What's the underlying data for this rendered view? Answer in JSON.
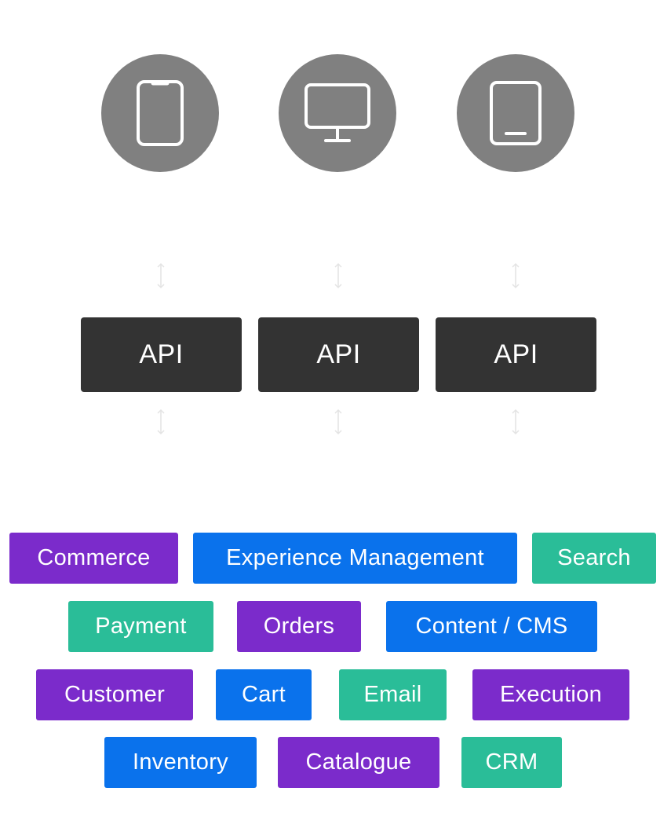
{
  "colors": {
    "device_circle": "#808080",
    "device_icon_stroke": "#ffffff",
    "api_box": "#333333",
    "arrow": "#e4e4e4",
    "purple": "#7b2bcb",
    "blue": "#0a72ec",
    "teal": "#2abd98"
  },
  "devices": [
    {
      "icon": "smartphone-icon"
    },
    {
      "icon": "desktop-monitor-icon"
    },
    {
      "icon": "tablet-icon"
    }
  ],
  "apis": [
    {
      "label": "API"
    },
    {
      "label": "API"
    },
    {
      "label": "API"
    }
  ],
  "services": [
    {
      "label": "Commerce",
      "color": "purple"
    },
    {
      "label": "Experience Management",
      "color": "blue"
    },
    {
      "label": "Search",
      "color": "teal"
    },
    {
      "label": "Payment",
      "color": "teal"
    },
    {
      "label": "Orders",
      "color": "purple"
    },
    {
      "label": "Content / CMS",
      "color": "blue"
    },
    {
      "label": "Customer",
      "color": "purple"
    },
    {
      "label": "Cart",
      "color": "blue"
    },
    {
      "label": "Email",
      "color": "teal"
    },
    {
      "label": "Execution",
      "color": "purple"
    },
    {
      "label": "Inventory",
      "color": "blue"
    },
    {
      "label": "Catalogue",
      "color": "purple"
    },
    {
      "label": "CRM",
      "color": "teal"
    }
  ]
}
